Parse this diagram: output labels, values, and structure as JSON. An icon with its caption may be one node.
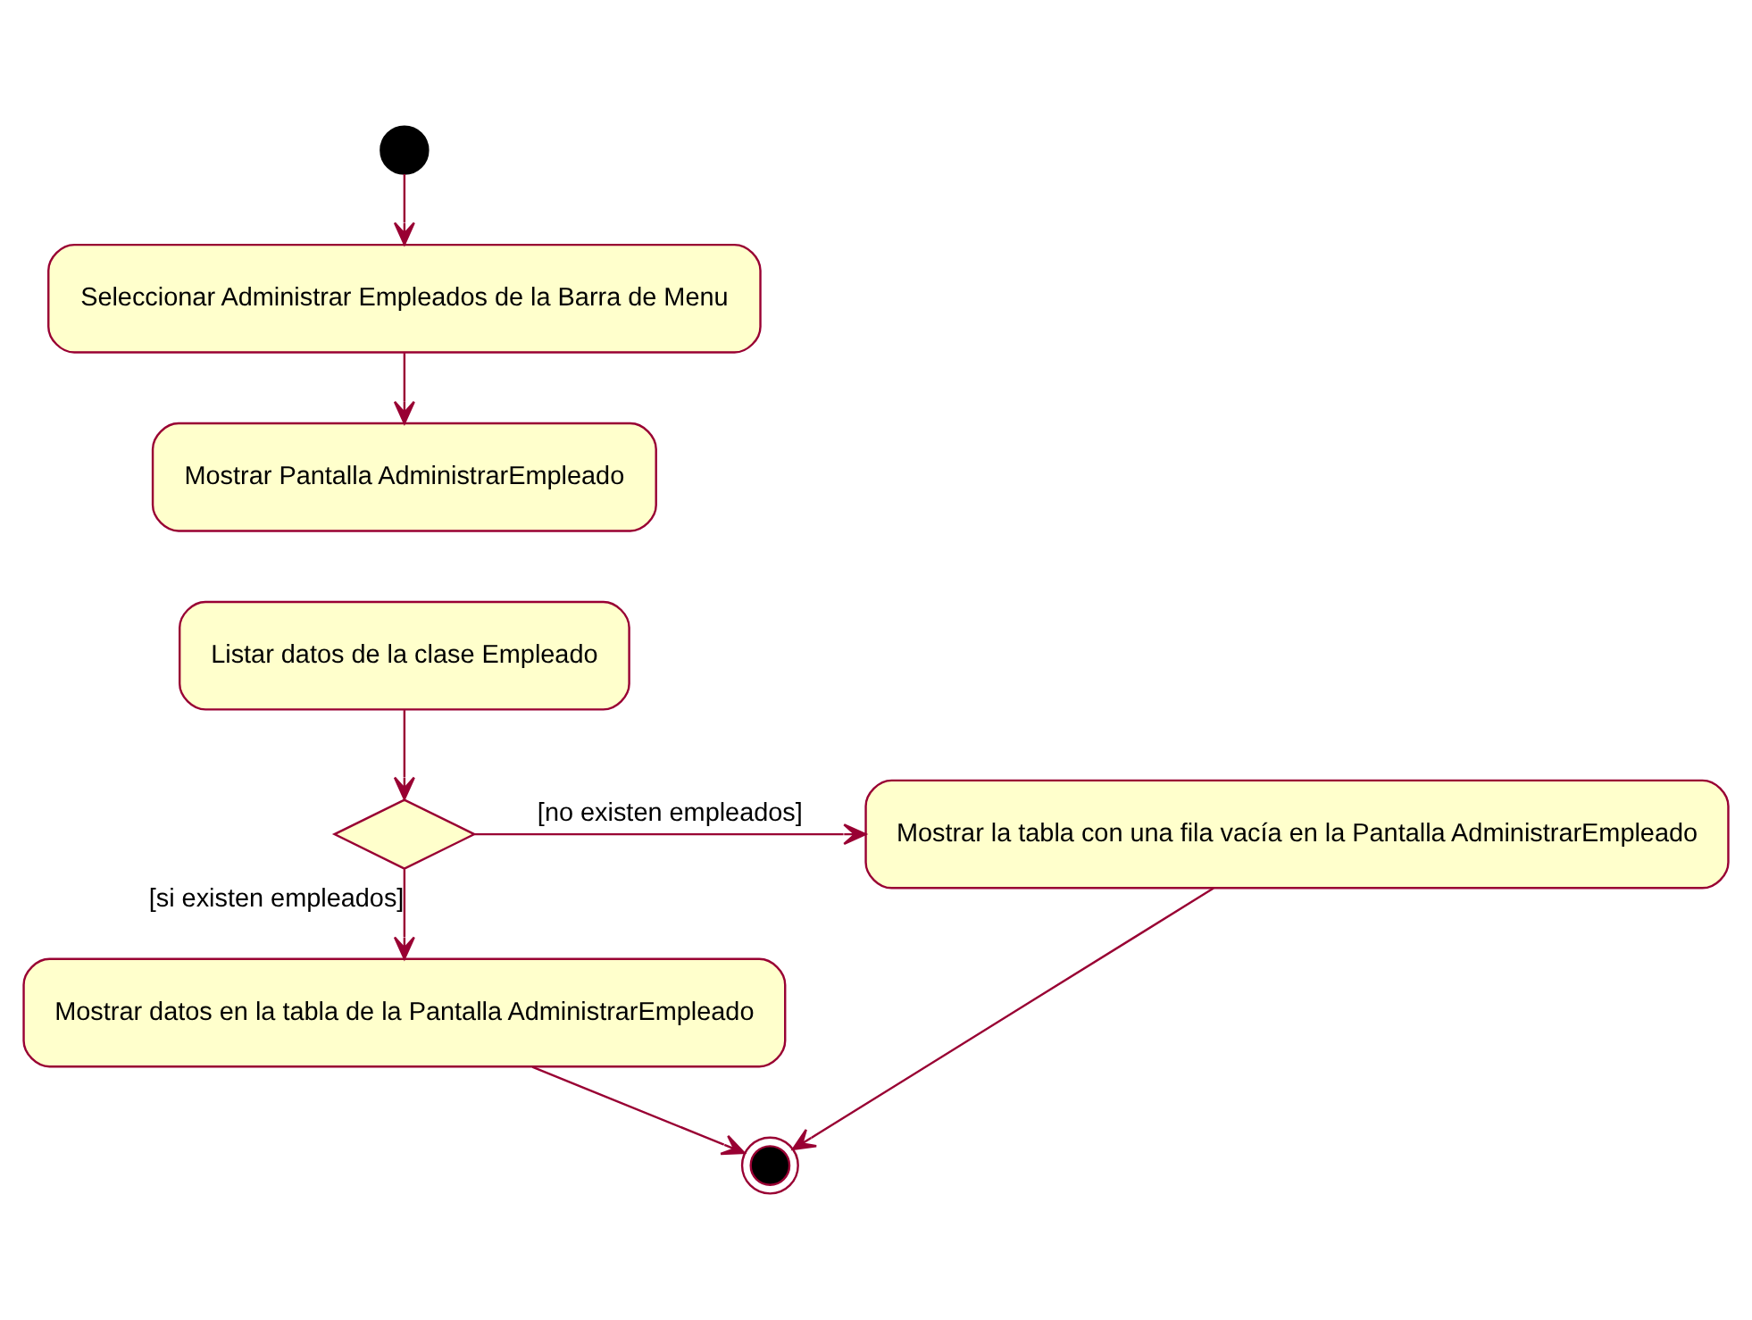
{
  "diagram": {
    "nodes": [
      {
        "text": [],
        "shape": "circle"
      },
      {
        "text": [
          "Seleccionar Administrar Empleados de la Barra de Menu"
        ]
      },
      {
        "text": [
          "Mostrar Pantalla AdministrarEmpleado"
        ]
      },
      {
        "text": [
          "Listar datos de la clase Empleado"
        ]
      },
      {
        "text": [],
        "shape": "diamond"
      },
      {
        "text": [
          "Mostrar la tabla con una fila vacía en la Pantalla AdministrarEmpleado"
        ]
      },
      {
        "text": [
          "Mostrar datos en la tabla de la Pantalla AdministrarEmpleado"
        ]
      },
      {
        "text": [],
        "shape": "circle"
      }
    ],
    "edges": [
      {
        "from": 0,
        "to": 1,
        "arrow": "to"
      },
      {
        "from": 1,
        "to": 2,
        "arrow": "to"
      },
      {
        "from": 3,
        "to": 4,
        "arrow": "to"
      },
      {
        "from": 4,
        "to": 5,
        "arrow": "to",
        "label": "[no existen empleados]"
      },
      {
        "from": 4,
        "to": 6,
        "arrow": "to",
        "label": "[si existen empleados]"
      },
      {
        "from": 6,
        "to": 7,
        "arrow": "to"
      },
      {
        "from": 5,
        "to": 7,
        "arrow": "to"
      }
    ]
  }
}
